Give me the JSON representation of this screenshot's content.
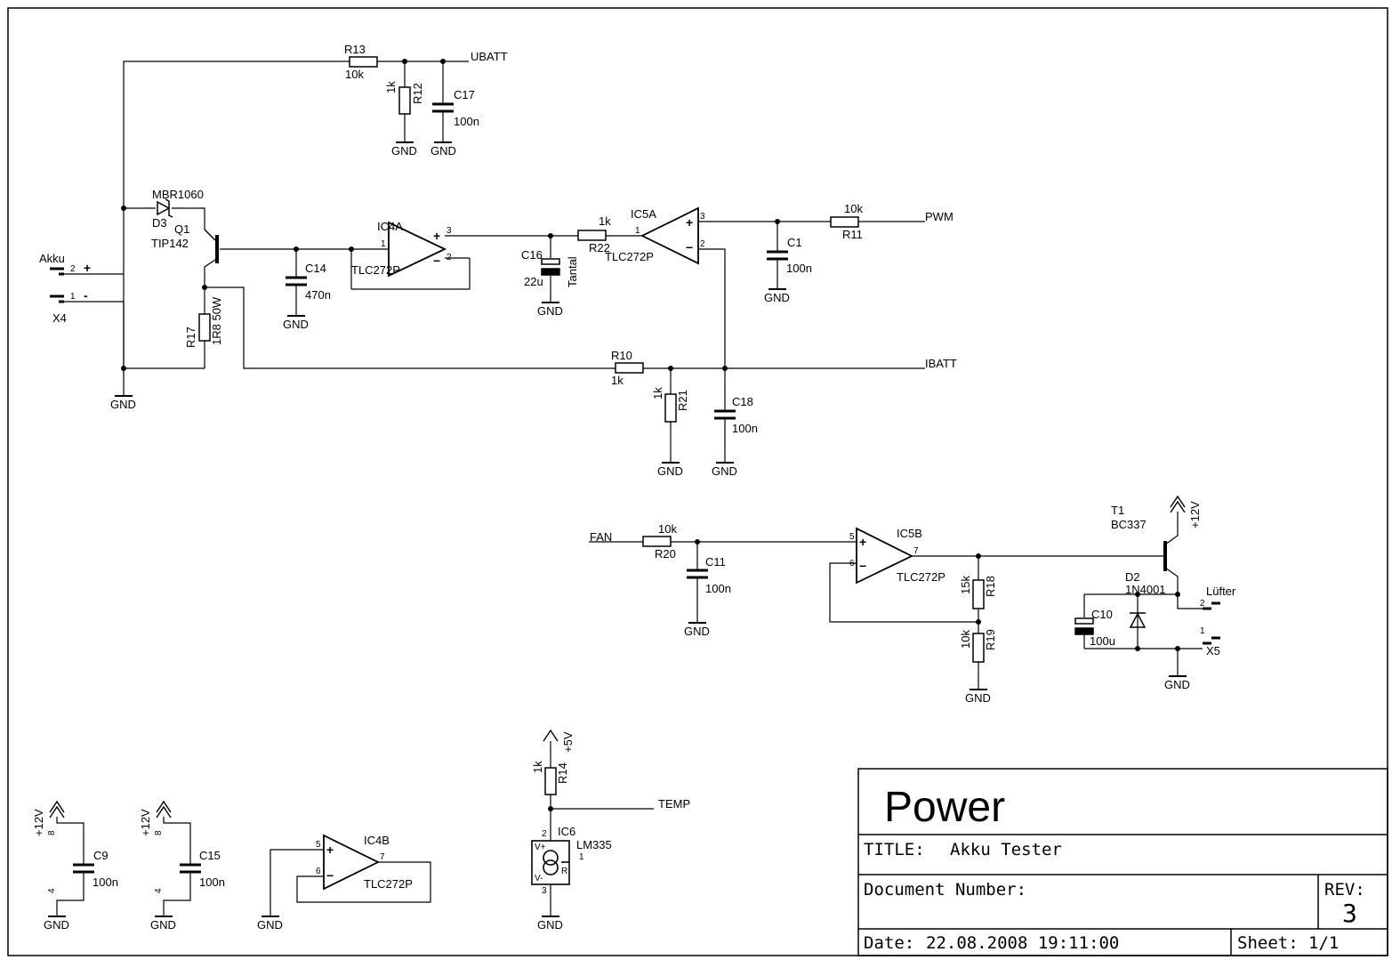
{
  "nets": {
    "ubatt": "UBATT",
    "pwm": "PWM",
    "ibatt": "IBATT",
    "fan": "FAN",
    "temp": "TEMP",
    "gnd": "GND",
    "v12": "+12V",
    "v5": "+5V"
  },
  "connectors": {
    "x4": {
      "name": "Akku",
      "ref": "X4",
      "pin1": "1",
      "pin2": "2",
      "plus": "+",
      "minus": "-"
    },
    "x5": {
      "name": "Lüfter",
      "ref": "X5",
      "pin1": "1",
      "pin2": "2"
    }
  },
  "parts": {
    "r13": {
      "ref": "R13",
      "value": "10k"
    },
    "r12": {
      "ref": "R12",
      "value": "1k"
    },
    "c17": {
      "ref": "C17",
      "value": "100n"
    },
    "d3": {
      "ref": "D3",
      "value": "MBR1060"
    },
    "q1": {
      "ref": "Q1",
      "value": "TIP142"
    },
    "c14": {
      "ref": "C14",
      "value": "470n"
    },
    "ic4a": {
      "ref": "IC4A",
      "value": "TLC272P"
    },
    "c16": {
      "ref": "C16",
      "value": "22u",
      "note": "Tantal"
    },
    "r22": {
      "ref": "R22",
      "value": "1k"
    },
    "ic5a": {
      "ref": "IC5A",
      "value": "TLC272P"
    },
    "c1": {
      "ref": "C1",
      "value": "100n"
    },
    "r11": {
      "ref": "R11",
      "value": "10k"
    },
    "r17": {
      "ref": "R17",
      "value": "1R8 50W"
    },
    "r10": {
      "ref": "R10",
      "value": "1k"
    },
    "r21": {
      "ref": "R21",
      "value": "1k"
    },
    "c18": {
      "ref": "C18",
      "value": "100n"
    },
    "r20": {
      "ref": "R20",
      "value": "10k"
    },
    "c11": {
      "ref": "C11",
      "value": "100n"
    },
    "ic5b": {
      "ref": "IC5B",
      "value": "TLC272P"
    },
    "r18": {
      "ref": "R18",
      "value": "15k"
    },
    "r19": {
      "ref": "R19",
      "value": "10k"
    },
    "t1": {
      "ref": "T1",
      "value": "BC337"
    },
    "d2": {
      "ref": "D2",
      "value": "1N4001"
    },
    "c10": {
      "ref": "C10",
      "value": "100u"
    },
    "c9": {
      "ref": "C9",
      "value": "100n"
    },
    "c15": {
      "ref": "C15",
      "value": "100n"
    },
    "ic4b": {
      "ref": "IC4B",
      "value": "TLC272P"
    },
    "r14": {
      "ref": "R14",
      "value": "1k"
    },
    "ic6": {
      "ref": "IC6",
      "value": "LM335"
    }
  },
  "pins": {
    "p1": "1",
    "p2": "2",
    "p3": "3",
    "p4": "4",
    "p5": "5",
    "p6": "6",
    "p7": "7",
    "p8": "8",
    "plus": "+",
    "minus": "−",
    "vplus": "V+",
    "vminus": "V-",
    "r": "R"
  },
  "title_block": {
    "name": "Power",
    "title_label": "TITLE:",
    "title": "Akku Tester",
    "doc_label": "Document Number:",
    "rev_label": "REV:",
    "rev": "3",
    "date_label": "Date:",
    "date": "22.08.2008 19:11:00",
    "sheet_label": "Sheet:",
    "sheet": "1/1"
  }
}
